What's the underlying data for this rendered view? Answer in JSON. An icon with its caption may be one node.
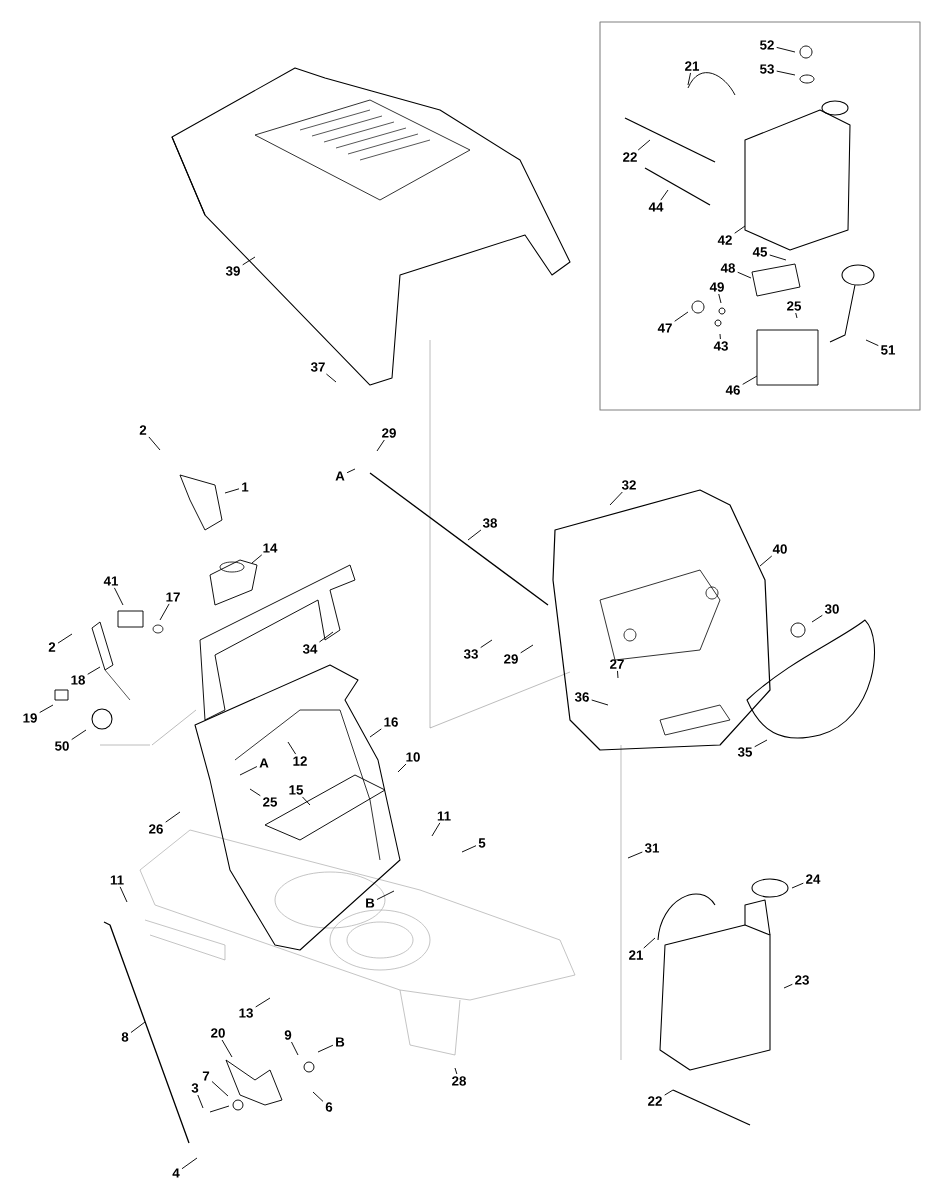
{
  "diagram": {
    "nodes": [
      {
        "text": [
          "52"
        ]
      },
      {
        "text": [
          "21"
        ]
      },
      {
        "text": [
          "53"
        ]
      },
      {
        "text": [
          "22"
        ]
      },
      {
        "text": [
          "44"
        ]
      },
      {
        "text": [
          "42"
        ]
      },
      {
        "text": [
          "45"
        ]
      },
      {
        "text": [
          "48"
        ]
      },
      {
        "text": [
          "39"
        ]
      },
      {
        "text": [
          "49"
        ]
      },
      {
        "text": [
          "25"
        ]
      },
      {
        "text": [
          "47"
        ]
      },
      {
        "text": [
          "43"
        ]
      },
      {
        "text": [
          "51"
        ]
      },
      {
        "text": [
          "37"
        ]
      },
      {
        "text": [
          "46"
        ]
      },
      {
        "text": [
          "2"
        ]
      },
      {
        "text": [
          "29"
        ]
      },
      {
        "text": [
          "A"
        ]
      },
      {
        "text": [
          "1"
        ]
      },
      {
        "text": [
          "32"
        ]
      },
      {
        "text": [
          "38"
        ]
      },
      {
        "text": [
          "14"
        ]
      },
      {
        "text": [
          "40"
        ]
      },
      {
        "text": [
          "41"
        ]
      },
      {
        "text": [
          "17"
        ]
      },
      {
        "text": [
          "30"
        ]
      },
      {
        "text": [
          "2"
        ]
      },
      {
        "text": [
          "34"
        ]
      },
      {
        "text": [
          "33"
        ]
      },
      {
        "text": [
          "29"
        ]
      },
      {
        "text": [
          "27"
        ]
      },
      {
        "text": [
          "18"
        ]
      },
      {
        "text": [
          "36"
        ]
      },
      {
        "text": [
          "19"
        ]
      },
      {
        "text": [
          "16"
        ]
      },
      {
        "text": [
          "50"
        ]
      },
      {
        "text": [
          "35"
        ]
      },
      {
        "text": [
          "10"
        ]
      },
      {
        "text": [
          "12"
        ]
      },
      {
        "text": [
          "A"
        ]
      },
      {
        "text": [
          "15"
        ]
      },
      {
        "text": [
          "25"
        ]
      },
      {
        "text": [
          "11"
        ]
      },
      {
        "text": [
          "26"
        ]
      },
      {
        "text": [
          "5"
        ]
      },
      {
        "text": [
          "31"
        ]
      },
      {
        "text": [
          "24"
        ]
      },
      {
        "text": [
          "11"
        ]
      },
      {
        "text": [
          "B"
        ]
      },
      {
        "text": [
          "21"
        ]
      },
      {
        "text": [
          "23"
        ]
      },
      {
        "text": [
          "13"
        ]
      },
      {
        "text": [
          "8"
        ]
      },
      {
        "text": [
          "20"
        ]
      },
      {
        "text": [
          "9"
        ]
      },
      {
        "text": [
          "B"
        ]
      },
      {
        "text": [
          "7"
        ]
      },
      {
        "text": [
          "28"
        ]
      },
      {
        "text": [
          "3"
        ]
      },
      {
        "text": [
          "22"
        ]
      },
      {
        "text": [
          "6"
        ]
      },
      {
        "text": [
          "4"
        ]
      }
    ],
    "edges": [
      {
        "from": 0,
        "to": null,
        "arrow": "none"
      },
      {
        "from": 1,
        "to": null,
        "arrow": "none"
      },
      {
        "from": 2,
        "to": null,
        "arrow": "none"
      },
      {
        "from": 3,
        "to": null,
        "arrow": "none"
      },
      {
        "from": 4,
        "to": null,
        "arrow": "none"
      },
      {
        "from": 5,
        "to": null,
        "arrow": "none"
      },
      {
        "from": 6,
        "to": null,
        "arrow": "none"
      },
      {
        "from": 7,
        "to": null,
        "arrow": "none"
      },
      {
        "from": 8,
        "to": null,
        "arrow": "none"
      },
      {
        "from": 9,
        "to": null,
        "arrow": "none"
      },
      {
        "from": 10,
        "to": null,
        "arrow": "none"
      },
      {
        "from": 11,
        "to": null,
        "arrow": "none"
      },
      {
        "from": 12,
        "to": null,
        "arrow": "none"
      },
      {
        "from": 13,
        "to": null,
        "arrow": "none"
      },
      {
        "from": 14,
        "to": null,
        "arrow": "none"
      },
      {
        "from": 15,
        "to": null,
        "arrow": "none"
      },
      {
        "from": 16,
        "to": null,
        "arrow": "none"
      },
      {
        "from": 17,
        "to": null,
        "arrow": "none"
      },
      {
        "from": 18,
        "to": null,
        "arrow": "none"
      },
      {
        "from": 19,
        "to": null,
        "arrow": "none"
      },
      {
        "from": 20,
        "to": null,
        "arrow": "none"
      },
      {
        "from": 21,
        "to": null,
        "arrow": "none"
      },
      {
        "from": 22,
        "to": null,
        "arrow": "none"
      },
      {
        "from": 23,
        "to": null,
        "arrow": "none"
      },
      {
        "from": 24,
        "to": null,
        "arrow": "none"
      },
      {
        "from": 25,
        "to": null,
        "arrow": "none"
      },
      {
        "from": 26,
        "to": null,
        "arrow": "none"
      },
      {
        "from": 27,
        "to": null,
        "arrow": "none"
      },
      {
        "from": 28,
        "to": null,
        "arrow": "none"
      },
      {
        "from": 29,
        "to": null,
        "arrow": "none"
      },
      {
        "from": 30,
        "to": null,
        "arrow": "none"
      },
      {
        "from": 31,
        "to": null,
        "arrow": "none"
      },
      {
        "from": 32,
        "to": null,
        "arrow": "none"
      },
      {
        "from": 33,
        "to": null,
        "arrow": "none"
      },
      {
        "from": 34,
        "to": null,
        "arrow": "none"
      },
      {
        "from": 35,
        "to": null,
        "arrow": "none"
      },
      {
        "from": 36,
        "to": null,
        "arrow": "none"
      },
      {
        "from": 37,
        "to": null,
        "arrow": "none"
      },
      {
        "from": 38,
        "to": null,
        "arrow": "none"
      },
      {
        "from": 39,
        "to": null,
        "arrow": "none"
      },
      {
        "from": 40,
        "to": null,
        "arrow": "none"
      },
      {
        "from": 41,
        "to": null,
        "arrow": "none"
      },
      {
        "from": 42,
        "to": null,
        "arrow": "none"
      },
      {
        "from": 43,
        "to": null,
        "arrow": "none"
      },
      {
        "from": 44,
        "to": null,
        "arrow": "none"
      },
      {
        "from": 45,
        "to": null,
        "arrow": "none"
      },
      {
        "from": 46,
        "to": null,
        "arrow": "none"
      },
      {
        "from": 47,
        "to": null,
        "arrow": "none"
      },
      {
        "from": 48,
        "to": null,
        "arrow": "none"
      },
      {
        "from": 49,
        "to": null,
        "arrow": "none"
      },
      {
        "from": 50,
        "to": null,
        "arrow": "none"
      },
      {
        "from": 51,
        "to": null,
        "arrow": "none"
      },
      {
        "from": 52,
        "to": null,
        "arrow": "none"
      },
      {
        "from": 53,
        "to": null,
        "arrow": "none"
      },
      {
        "from": 54,
        "to": null,
        "arrow": "none"
      },
      {
        "from": 55,
        "to": null,
        "arrow": "none"
      },
      {
        "from": 56,
        "to": null,
        "arrow": "none"
      },
      {
        "from": 57,
        "to": null,
        "arrow": "none"
      },
      {
        "from": 58,
        "to": null,
        "arrow": "none"
      },
      {
        "from": 59,
        "to": null,
        "arrow": "none"
      },
      {
        "from": 60,
        "to": null,
        "arrow": "none"
      },
      {
        "from": 61,
        "to": null,
        "arrow": "none"
      },
      {
        "from": 62,
        "to": null,
        "arrow": "none"
      }
    ]
  }
}
